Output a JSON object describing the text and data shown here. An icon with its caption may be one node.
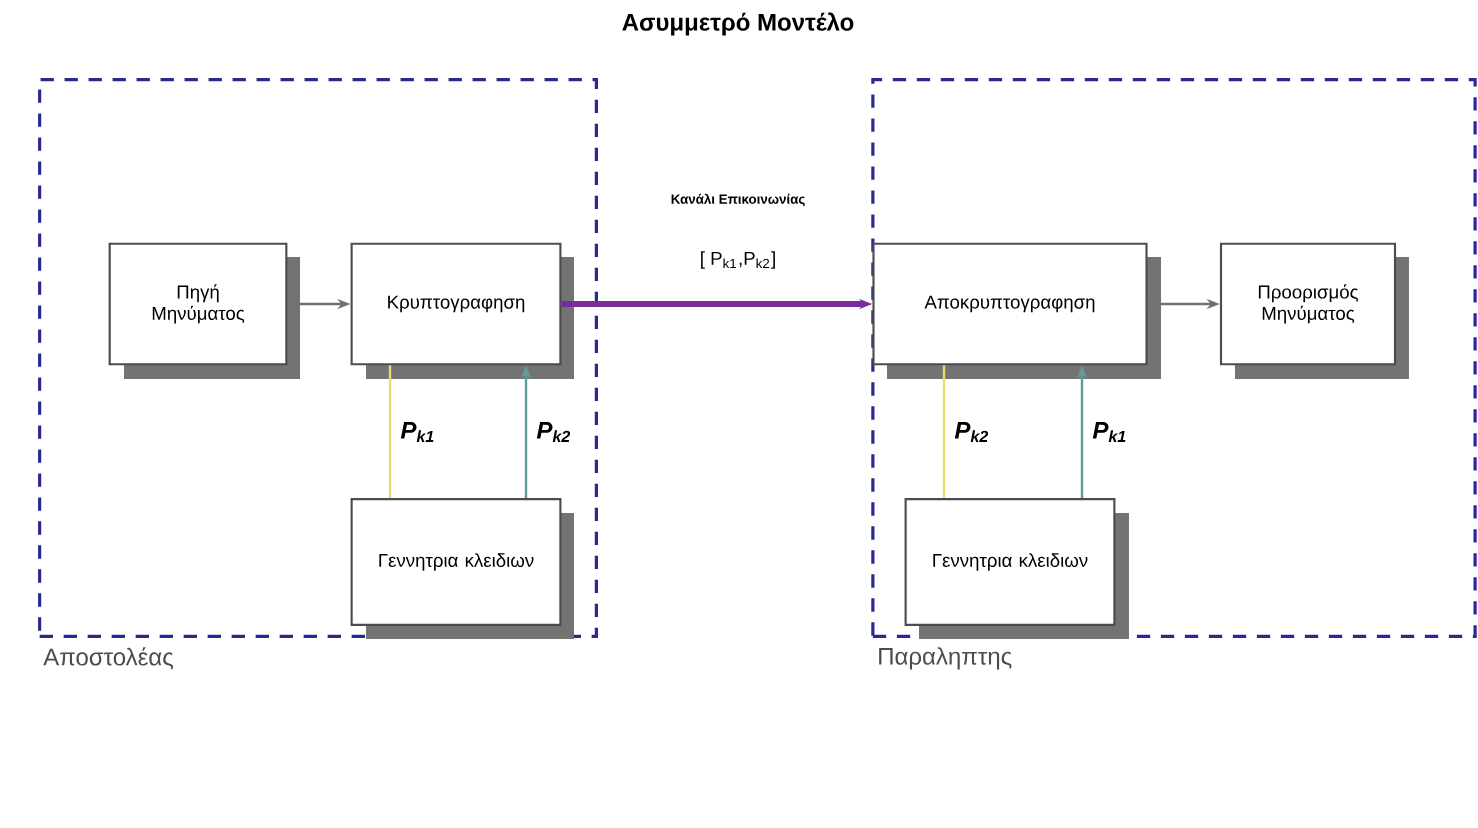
{
  "diagram": {
    "title": "Ασυμμετρό Μοντέλο",
    "nodes": [
      {
        "text": [
          "Αποστολέας"
        ]
      },
      {
        "text": [
          "Πηγή Μηνύματος"
        ],
        "in": 0
      },
      {
        "text": [
          "Κρυπτογραφηση"
        ],
        "in": 0
      },
      {
        "text": [
          "Γεννητρια κλειδιων"
        ],
        "in": 0
      },
      {
        "text": [
          "Παραληπτης"
        ]
      },
      {
        "text": [
          "Αποκρυπτογραφηση"
        ],
        "in": 4
      },
      {
        "text": [
          "Γεννητρια κλειδιων"
        ],
        "in": 4
      },
      {
        "text": [
          "Προορισμός Μηνύματος"
        ],
        "in": 4
      }
    ],
    "edges": [
      {
        "from": 1,
        "to": 2,
        "arrow": "to"
      },
      {
        "from": 2,
        "to": 5,
        "arrow": "to",
        "style": "thick",
        "color": "#7b2a9a"
      },
      {
        "from": 3,
        "to": 2,
        "arrow": "none",
        "label": "P$_{k1}$",
        "color": "#e8dc70"
      },
      {
        "from": 3,
        "to": 2,
        "arrow": "to",
        "label": "P$_{k2}$",
        "color": "#5f9c98"
      },
      {
        "from": 6,
        "to": 5,
        "arrow": "none",
        "label": "P$_{k2}$",
        "color": "#e8dc70"
      },
      {
        "from": 6,
        "to": 5,
        "arrow": "to",
        "label": "P$_{k1}$",
        "color": "#5f9c98"
      },
      {
        "from": 5,
        "to": 7,
        "arrow": "to"
      }
    ],
    "labels": [
      "Κανάλι Επικοινωνίας",
      "[ P$_{k1}$,P$_{k2}$]"
    ]
  }
}
